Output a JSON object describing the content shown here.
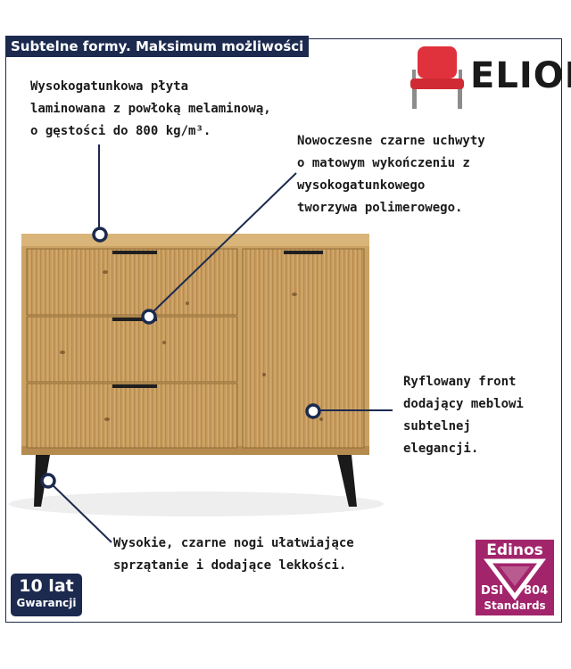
{
  "banner": {
    "title": "Subtelne formy. Maksimum możliwości"
  },
  "brand": {
    "name": "ELIOR"
  },
  "callouts": {
    "board": "Wysokogatunkowa płyta\nlaminowana z powłoką melaminową,\no gęstości do 800 kg/m³.",
    "handles": "Nowoczesne czarne uchwyty\no matowym wykończeniu z\nwysokogatunkowego\ntworzywa polimerowego.",
    "front": "Ryflowany front\ndodający meblowi\nsubtelnej\nelegancji.",
    "legs": "Wysokie, czarne nogi ułatwiające\nsprzątanie i dodające lekkości."
  },
  "warranty": {
    "years": "10 lat",
    "label": "Gwarancji"
  },
  "certificate": {
    "name": "Edinos",
    "left": "DSI",
    "right": "804",
    "bottom": "Standards"
  },
  "colors": {
    "navy": "#1c2a4f",
    "oak": "#c9a46a",
    "legs": "#1a1a1a",
    "cert": "#a2246b",
    "chair_red": "#e0323c"
  },
  "icons": [
    "chair-logo-icon",
    "callout-marker-icon",
    "edinos-checkmark-icon"
  ]
}
